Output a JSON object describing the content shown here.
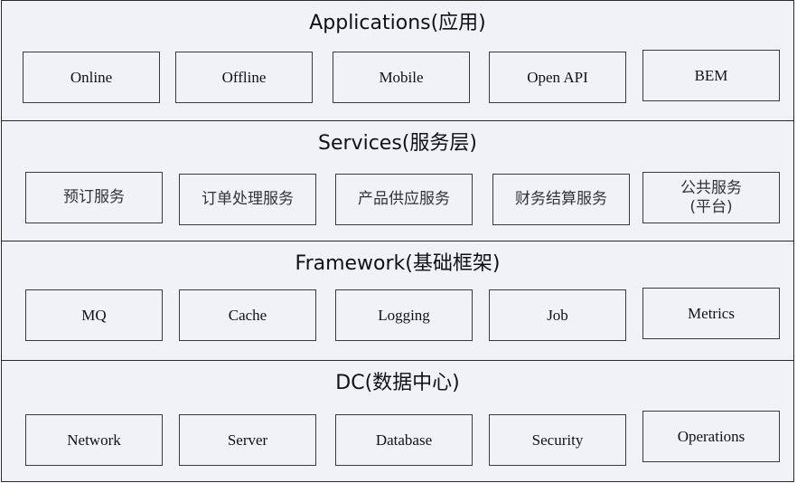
{
  "layers": [
    {
      "title": "Applications(应用)",
      "items": [
        "Online",
        "Offline",
        "Mobile",
        "Open API",
        "BEM"
      ]
    },
    {
      "title": "Services(服务层)",
      "items": [
        "预订服务",
        "订单处理服务",
        "产品供应服务",
        "财务结算服务",
        "公共服务\n(平台)"
      ]
    },
    {
      "title": "Framework(基础框架)",
      "items": [
        "MQ",
        "Cache",
        "Logging",
        "Job",
        "Metrics"
      ]
    },
    {
      "title": "DC(数据中心)",
      "items": [
        "Network",
        "Server",
        "Database",
        "Security",
        "Operations"
      ]
    }
  ]
}
